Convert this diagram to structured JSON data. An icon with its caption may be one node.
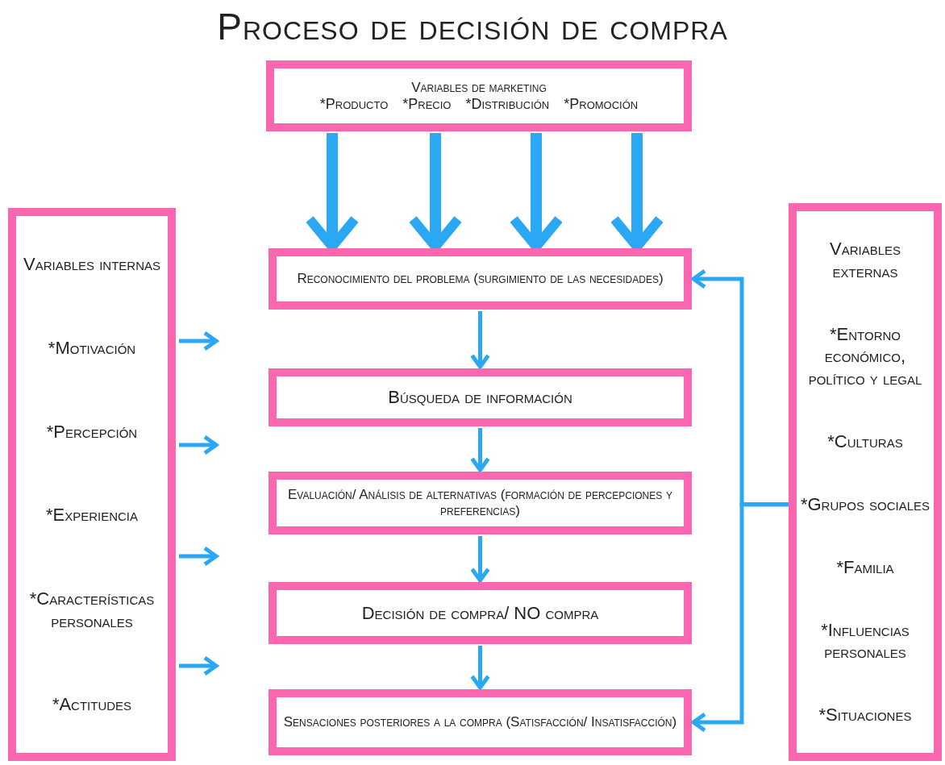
{
  "diagram": {
    "title": "Proceso de decisión de compra",
    "nodes": [
      {
        "text": [
          "Variables de marketing",
          "*Producto",
          "*Precio",
          "*Distribución",
          "*Promoción"
        ]
      },
      {
        "text": [
          "Variables internas",
          "*Motivación",
          "*Percepción",
          "*Experiencia",
          "*Características personales",
          "*Actitudes"
        ]
      },
      {
        "text": [
          "Reconocimiento del problema (surgimiento de las necesidades)"
        ]
      },
      {
        "text": [
          "Búsqueda de información"
        ]
      },
      {
        "text": [
          "Evaluación/ Análisis de alternativas (formación de percepciones y preferencias)"
        ]
      },
      {
        "text": [
          "Decisión de compra/ NO compra"
        ]
      },
      {
        "text": [
          "Sensaciones posteriores a la compra (Satisfacción/ Insatisfacción)"
        ]
      },
      {
        "text": [
          "Variables externas",
          "*Entorno económico, político y legal",
          "*Culturas",
          "*Grupos sociales",
          "*Familia",
          "*Influencias personales",
          "*Situaciones"
        ]
      }
    ],
    "edges": [
      {
        "from": 0,
        "to": 2,
        "arrow": "to",
        "style": "thick"
      },
      {
        "from": 0,
        "to": 2,
        "arrow": "to",
        "style": "thick"
      },
      {
        "from": 0,
        "to": 2,
        "arrow": "to",
        "style": "thick"
      },
      {
        "from": 0,
        "to": 2,
        "arrow": "to",
        "style": "thick"
      },
      {
        "from": 2,
        "to": 3,
        "arrow": "to"
      },
      {
        "from": 3,
        "to": 4,
        "arrow": "to"
      },
      {
        "from": 4,
        "to": 5,
        "arrow": "to"
      },
      {
        "from": 5,
        "to": 6,
        "arrow": "to"
      },
      {
        "from": 1,
        "to": null,
        "arrow": "to"
      },
      {
        "from": 1,
        "to": null,
        "arrow": "to"
      },
      {
        "from": 1,
        "to": null,
        "arrow": "to"
      },
      {
        "from": 1,
        "to": null,
        "arrow": "to"
      },
      {
        "from": 7,
        "to": 2,
        "arrow": "to"
      },
      {
        "from": 7,
        "to": 6,
        "arrow": "to"
      }
    ]
  }
}
